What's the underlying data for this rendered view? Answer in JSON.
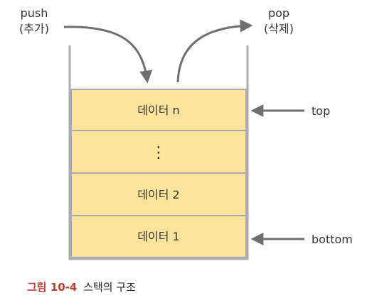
{
  "push": {
    "line1": "push",
    "line2": "(추가)"
  },
  "pop": {
    "line1": "pop",
    "line2": "(삭제)"
  },
  "stack_cells": [
    {
      "label": "데이터 n"
    },
    {
      "label": "⋮"
    },
    {
      "label": "데이터 2"
    },
    {
      "label": "데이터 1"
    }
  ],
  "pointers": {
    "top": "top",
    "bottom": "bottom"
  },
  "caption": {
    "figure_number": "그림 10-4",
    "title": "스택의 구조"
  },
  "colors": {
    "cell_fill": "#fde49b",
    "container_stroke": "#a9abae",
    "arrow_stroke": "#6d6f72",
    "caption_accent": "#c0392b"
  }
}
